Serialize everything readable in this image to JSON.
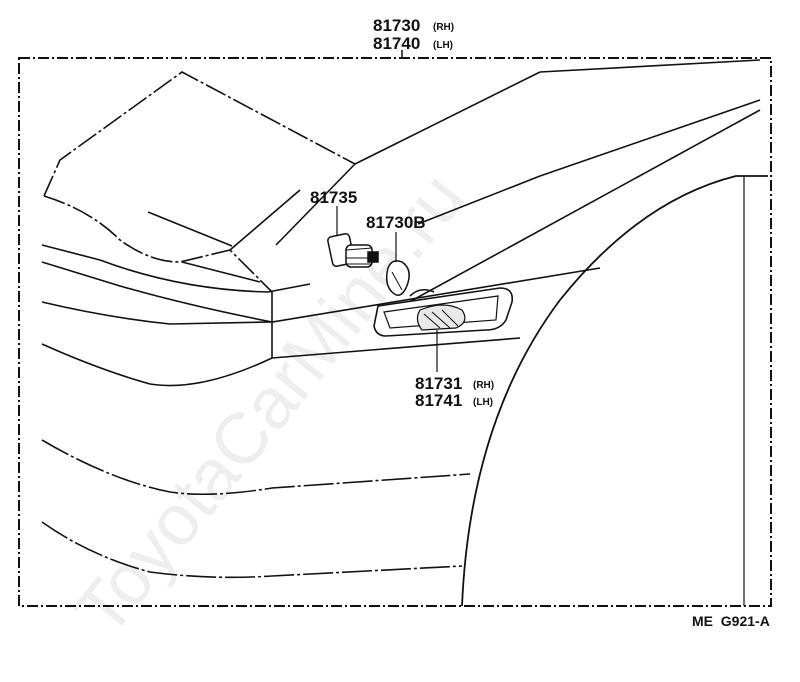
{
  "top_assembly": {
    "rh_part_number": "81730",
    "rh_side": "(RH)",
    "lh_part_number": "81740",
    "lh_side": "(LH)"
  },
  "socket_part_number": "81735",
  "bulb_part_number": "81730B",
  "lens_assembly": {
    "rh_part_number": "81731",
    "rh_side": "(RH)",
    "lh_part_number": "81741",
    "lh_side": "(LH)"
  },
  "figure_code": "ME  G921-A",
  "watermark": "ToyotaCarMine.ru"
}
